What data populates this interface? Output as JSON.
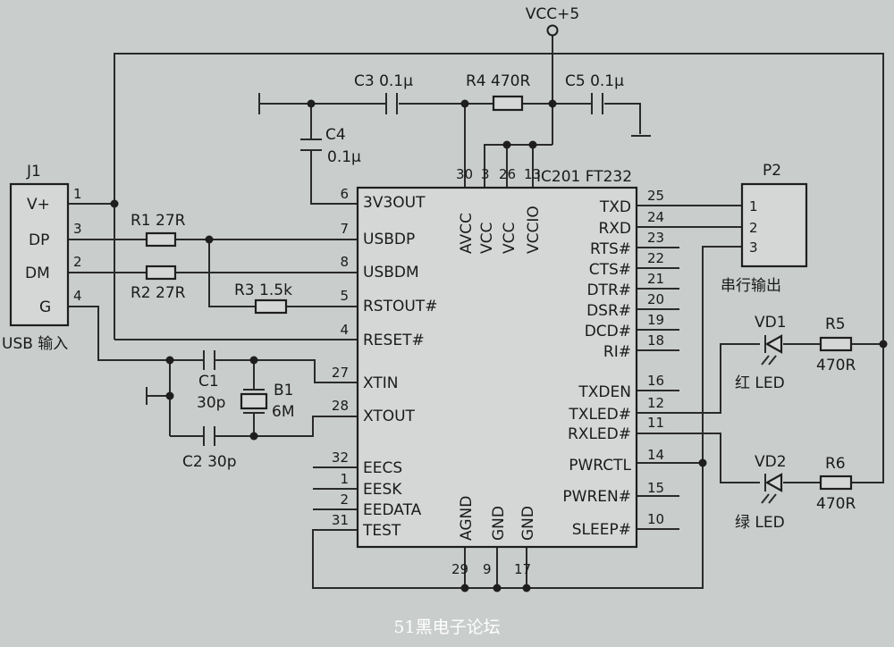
{
  "supply": "VCC+5",
  "ic": {
    "label": "IC201 FT232",
    "left_pins": [
      {
        "name": "3V3OUT",
        "num": "6"
      },
      {
        "name": "USBDP",
        "num": "7"
      },
      {
        "name": "USBDM",
        "num": "8"
      },
      {
        "name": "RSTOUT#",
        "num": "5"
      },
      {
        "name": "RESET#",
        "num": "4"
      },
      {
        "name": "XTIN",
        "num": "27"
      },
      {
        "name": "XTOUT",
        "num": "28"
      },
      {
        "name": "EECS",
        "num": "32"
      },
      {
        "name": "EESK",
        "num": "1"
      },
      {
        "name": "EEDATA",
        "num": "2"
      },
      {
        "name": "TEST",
        "num": "31"
      }
    ],
    "top_pins": [
      {
        "name": "AVCC",
        "num": "30"
      },
      {
        "name": "VCC",
        "num": "3"
      },
      {
        "name": "VCC",
        "num": "26"
      },
      {
        "name": "VCCIO",
        "num": "13"
      }
    ],
    "bottom_pins": [
      {
        "name": "AGND",
        "num": "29"
      },
      {
        "name": "GND",
        "num": "9"
      },
      {
        "name": "GND",
        "num": "17"
      }
    ],
    "right_pins": [
      {
        "name": "TXD",
        "num": "25"
      },
      {
        "name": "RXD",
        "num": "24"
      },
      {
        "name": "RTS#",
        "num": "23"
      },
      {
        "name": "CTS#",
        "num": "22"
      },
      {
        "name": "DTR#",
        "num": "21"
      },
      {
        "name": "DSR#",
        "num": "20"
      },
      {
        "name": "DCD#",
        "num": "19"
      },
      {
        "name": "RI#",
        "num": "18"
      },
      {
        "name": "TXDEN",
        "num": "16"
      },
      {
        "name": "TXLED#",
        "num": "12"
      },
      {
        "name": "RXLED#",
        "num": "11"
      },
      {
        "name": "PWRCTL",
        "num": "14"
      },
      {
        "name": "PWREN#",
        "num": "15"
      },
      {
        "name": "SLEEP#",
        "num": "10"
      }
    ]
  },
  "j1": {
    "label": "J1",
    "caption": "USB 输入",
    "pins": [
      {
        "name": "V+",
        "num": "1"
      },
      {
        "name": "DP",
        "num": "3"
      },
      {
        "name": "DM",
        "num": "2"
      },
      {
        "name": "G",
        "num": "4"
      }
    ]
  },
  "p2": {
    "label": "P2",
    "caption": "串行输出",
    "pins": [
      "1",
      "2",
      "3"
    ]
  },
  "components": {
    "c3": "C3 0.1µ",
    "r4": "R4 470R",
    "c5": "C5 0.1µ",
    "c4_name": "C4",
    "c4_value": "0.1µ",
    "r1": "R1 27R",
    "r2": "R2 27R",
    "r3": "R3 1.5k",
    "c1_name": "C1",
    "c1_value": "30p",
    "c2": "C2 30p",
    "b1_name": "B1",
    "b1_value": "6M",
    "vd1": "VD1",
    "vd1_caption": "红 LED",
    "vd2": "VD2",
    "vd2_caption": "绿 LED",
    "r5_name": "R5",
    "r5_value": "470R",
    "r6_name": "R6",
    "r6_value": "470R"
  },
  "watermark": "51黑电子论坛"
}
